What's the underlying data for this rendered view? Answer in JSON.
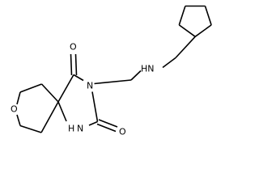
{
  "molecule": {
    "atom_labels": {
      "amine_nh": "HN",
      "ring_oxygen": "O",
      "carbonyl_oxygen_4": "O",
      "imide_n3": "N",
      "amide_n1": "N",
      "amide_n1_h": "H",
      "carbonyl_oxygen_2": "O"
    },
    "colors": {
      "bond": "#000000",
      "text": "#000000",
      "background": "#ffffff"
    }
  }
}
